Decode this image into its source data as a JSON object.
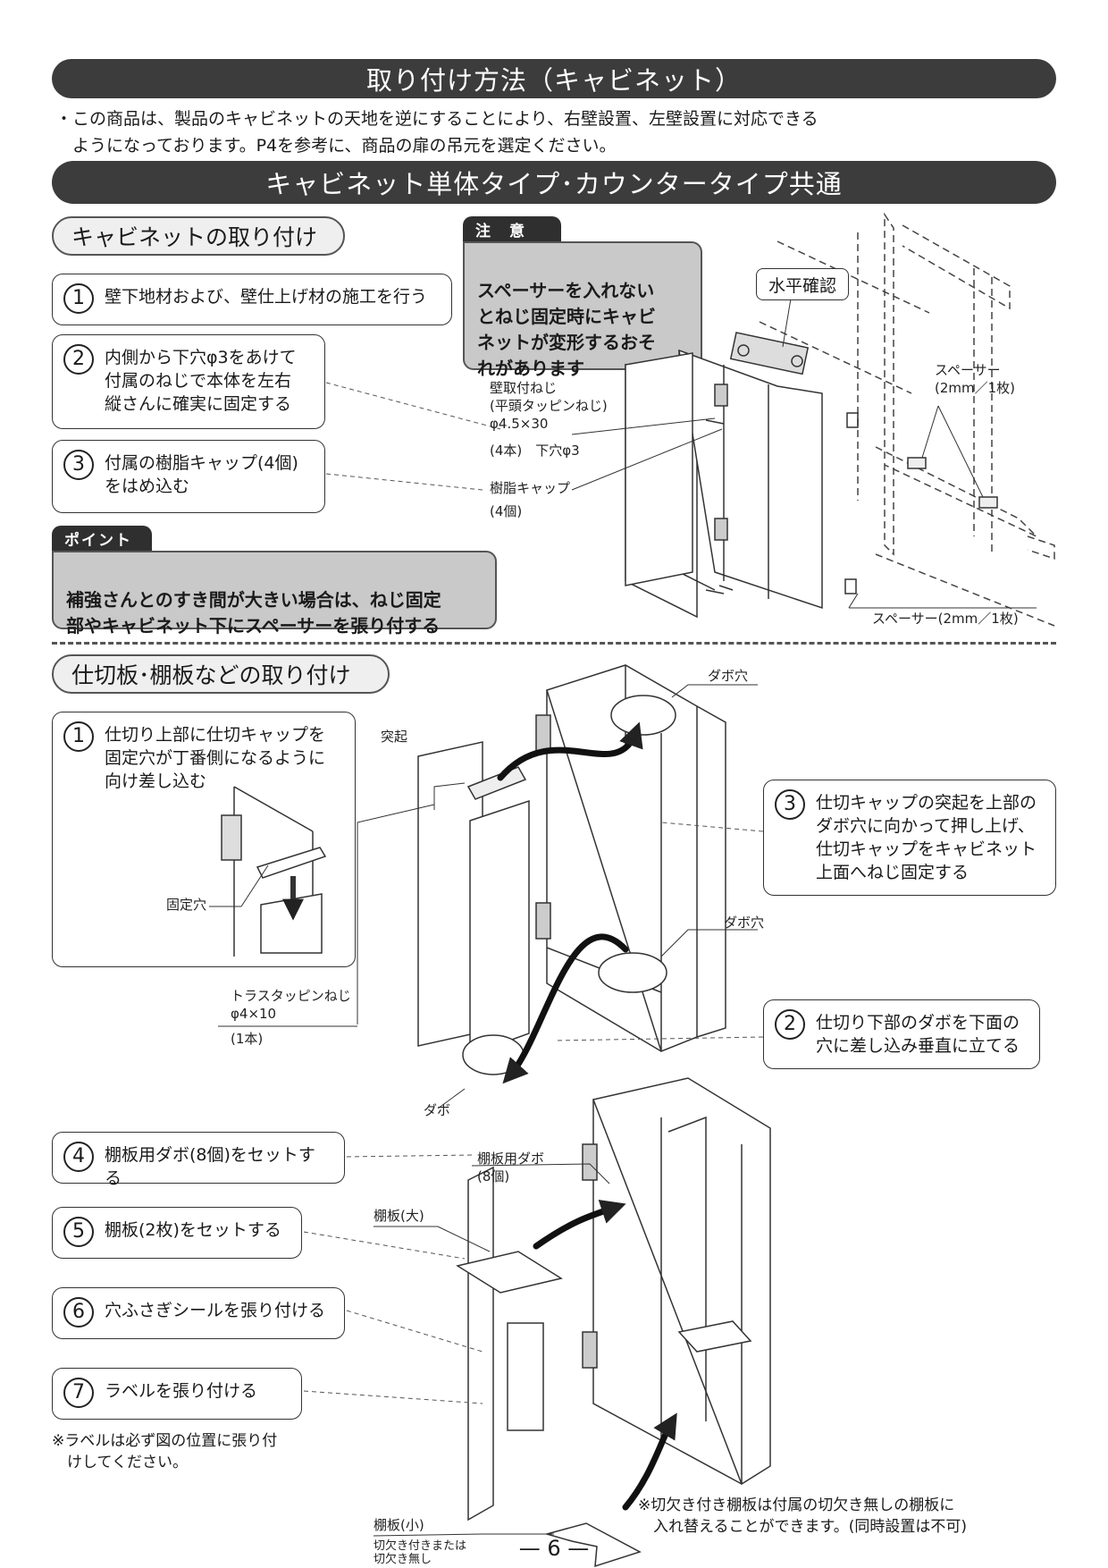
{
  "header": {
    "title": "取り付け方法（キャビネット）"
  },
  "intro": [
    "・この商品は、製品のキャビネットの天地を逆にすることにより、右壁設置、左壁設置に対応できる",
    "　ようになっております。P4を参考に、商品の扉の吊元を選定ください。"
  ],
  "section": {
    "title": "キャビネット単体タイプ･カウンタータイプ共通"
  },
  "cabinet_install": {
    "heading": "キャビネットの取り付け",
    "steps": [
      {
        "num": "1",
        "text": "壁下地材および、壁仕上げ材の施工を行う"
      },
      {
        "num": "2",
        "text": "内側から下穴φ3をあけて\n付属のねじで本体を左右\n縦さんに確実に固定する"
      },
      {
        "num": "3",
        "text": "付属の樹脂キャップ(4個)\nをはめ込む"
      }
    ],
    "caution": {
      "tag": "注　意",
      "text": "スペーサーを入れない\nとねじ固定時にキャビ\nネットが変形するおそ\nれがあります"
    },
    "point": {
      "tag": "ポイント",
      "text": "補強さんとのすき間が大きい場合は、ねじ固定\n部やキャビネット下にスペーサーを張り付する"
    },
    "labels": {
      "level": "水平確認",
      "screw": "壁取付ねじ\n(平頭タッピンねじ)\nφ4.5×30",
      "screw_qty": "(4本)　下穴φ3",
      "cap": "樹脂キャップ",
      "cap_qty": "(4個)",
      "spacer_top": "スペーサー\n(2mm／1枚)",
      "spacer_bottom": "スペーサー(2mm／1枚)"
    }
  },
  "partition_install": {
    "heading": "仕切板･棚板などの取り付け",
    "steps": [
      {
        "num": "1",
        "text": "仕切り上部に仕切キャップを\n固定穴が丁番側になるように\n向け差し込む"
      },
      {
        "num": "3",
        "text": "仕切キャップの突起を上部の\nダボ穴に向かって押し上げ、\n仕切キャップをキャビネット\n上面へねじ固定する"
      },
      {
        "num": "2",
        "text": "仕切り下部のダボを下面の\n穴に差し込み垂直に立てる"
      },
      {
        "num": "4",
        "text": "棚板用ダボ(8個)をセットする"
      },
      {
        "num": "5",
        "text": "棚板(2枚)をセットする"
      },
      {
        "num": "6",
        "text": "穴ふさぎシールを張り付ける"
      },
      {
        "num": "7",
        "text": "ラベルを張り付ける"
      }
    ],
    "labels": {
      "fix_hole": "固定穴",
      "protrusion": "突起",
      "dowel_hole_top": "ダボ穴",
      "dowel_hole_mid": "ダボ穴",
      "truss_screw": "トラスタッピンねじ\nφ4×10",
      "truss_qty": "(1本)",
      "dowel": "ダボ",
      "shelf_dowel": "棚板用ダボ\n(8個)",
      "shelf_large": "棚板(大)",
      "shelf_small": "棚板(小)",
      "shelf_small_note": "切欠き付きまたは\n切欠き無し"
    },
    "label_note": "※ラベルは必ず図の位置に張り付\n　けしてください。",
    "replace_note": "※切欠き付き棚板は付属の切欠き無しの棚板に\n　入れ替えることができます。(同時設置は不可)"
  },
  "footer": {
    "page": "— 6 —"
  }
}
